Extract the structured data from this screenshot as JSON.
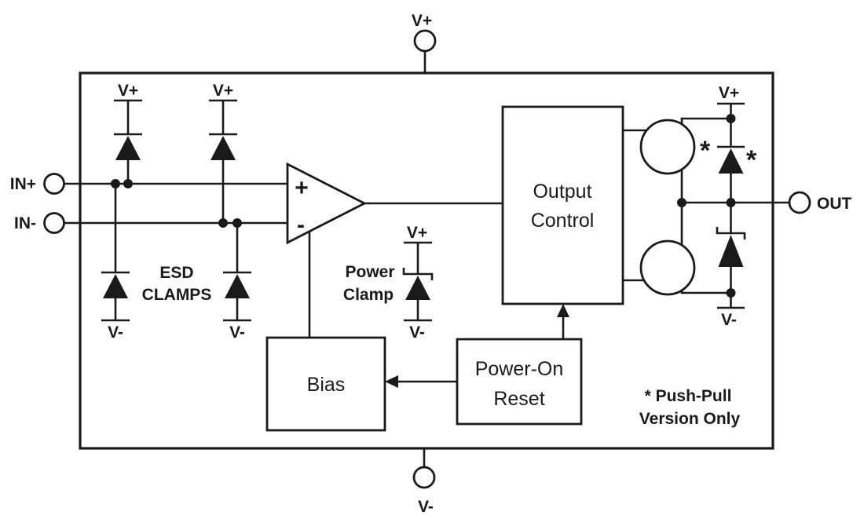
{
  "diagram": {
    "type": "block-diagram",
    "subject": "comparator-ic-functional-block-diagram",
    "pins": {
      "vplus_top": "V+",
      "vminus_bottom": "V-",
      "in_plus": "IN+",
      "in_minus": "IN-",
      "out": "OUT"
    },
    "rails": {
      "vplus": "V+",
      "vminus": "V-"
    },
    "comparator": {
      "plus": "+",
      "minus": "-"
    },
    "blocks": {
      "output_control": {
        "line1": "Output",
        "line2": "Control"
      },
      "power_on_reset": {
        "line1": "Power-On",
        "line2": "Reset"
      },
      "bias": {
        "label": "Bias"
      }
    },
    "annotations": {
      "esd_clamps": {
        "line1": "ESD",
        "line2": "CLAMPS"
      },
      "power_clamp": {
        "line1": "Power",
        "line2": "Clamp"
      },
      "push_pull_note": {
        "line1": "* Push-Pull",
        "line2": "Version Only"
      },
      "asterisk": "*"
    },
    "colors": {
      "stroke": "#1a1a1a",
      "background": "#ffffff",
      "text": "#1a1a1a"
    }
  }
}
